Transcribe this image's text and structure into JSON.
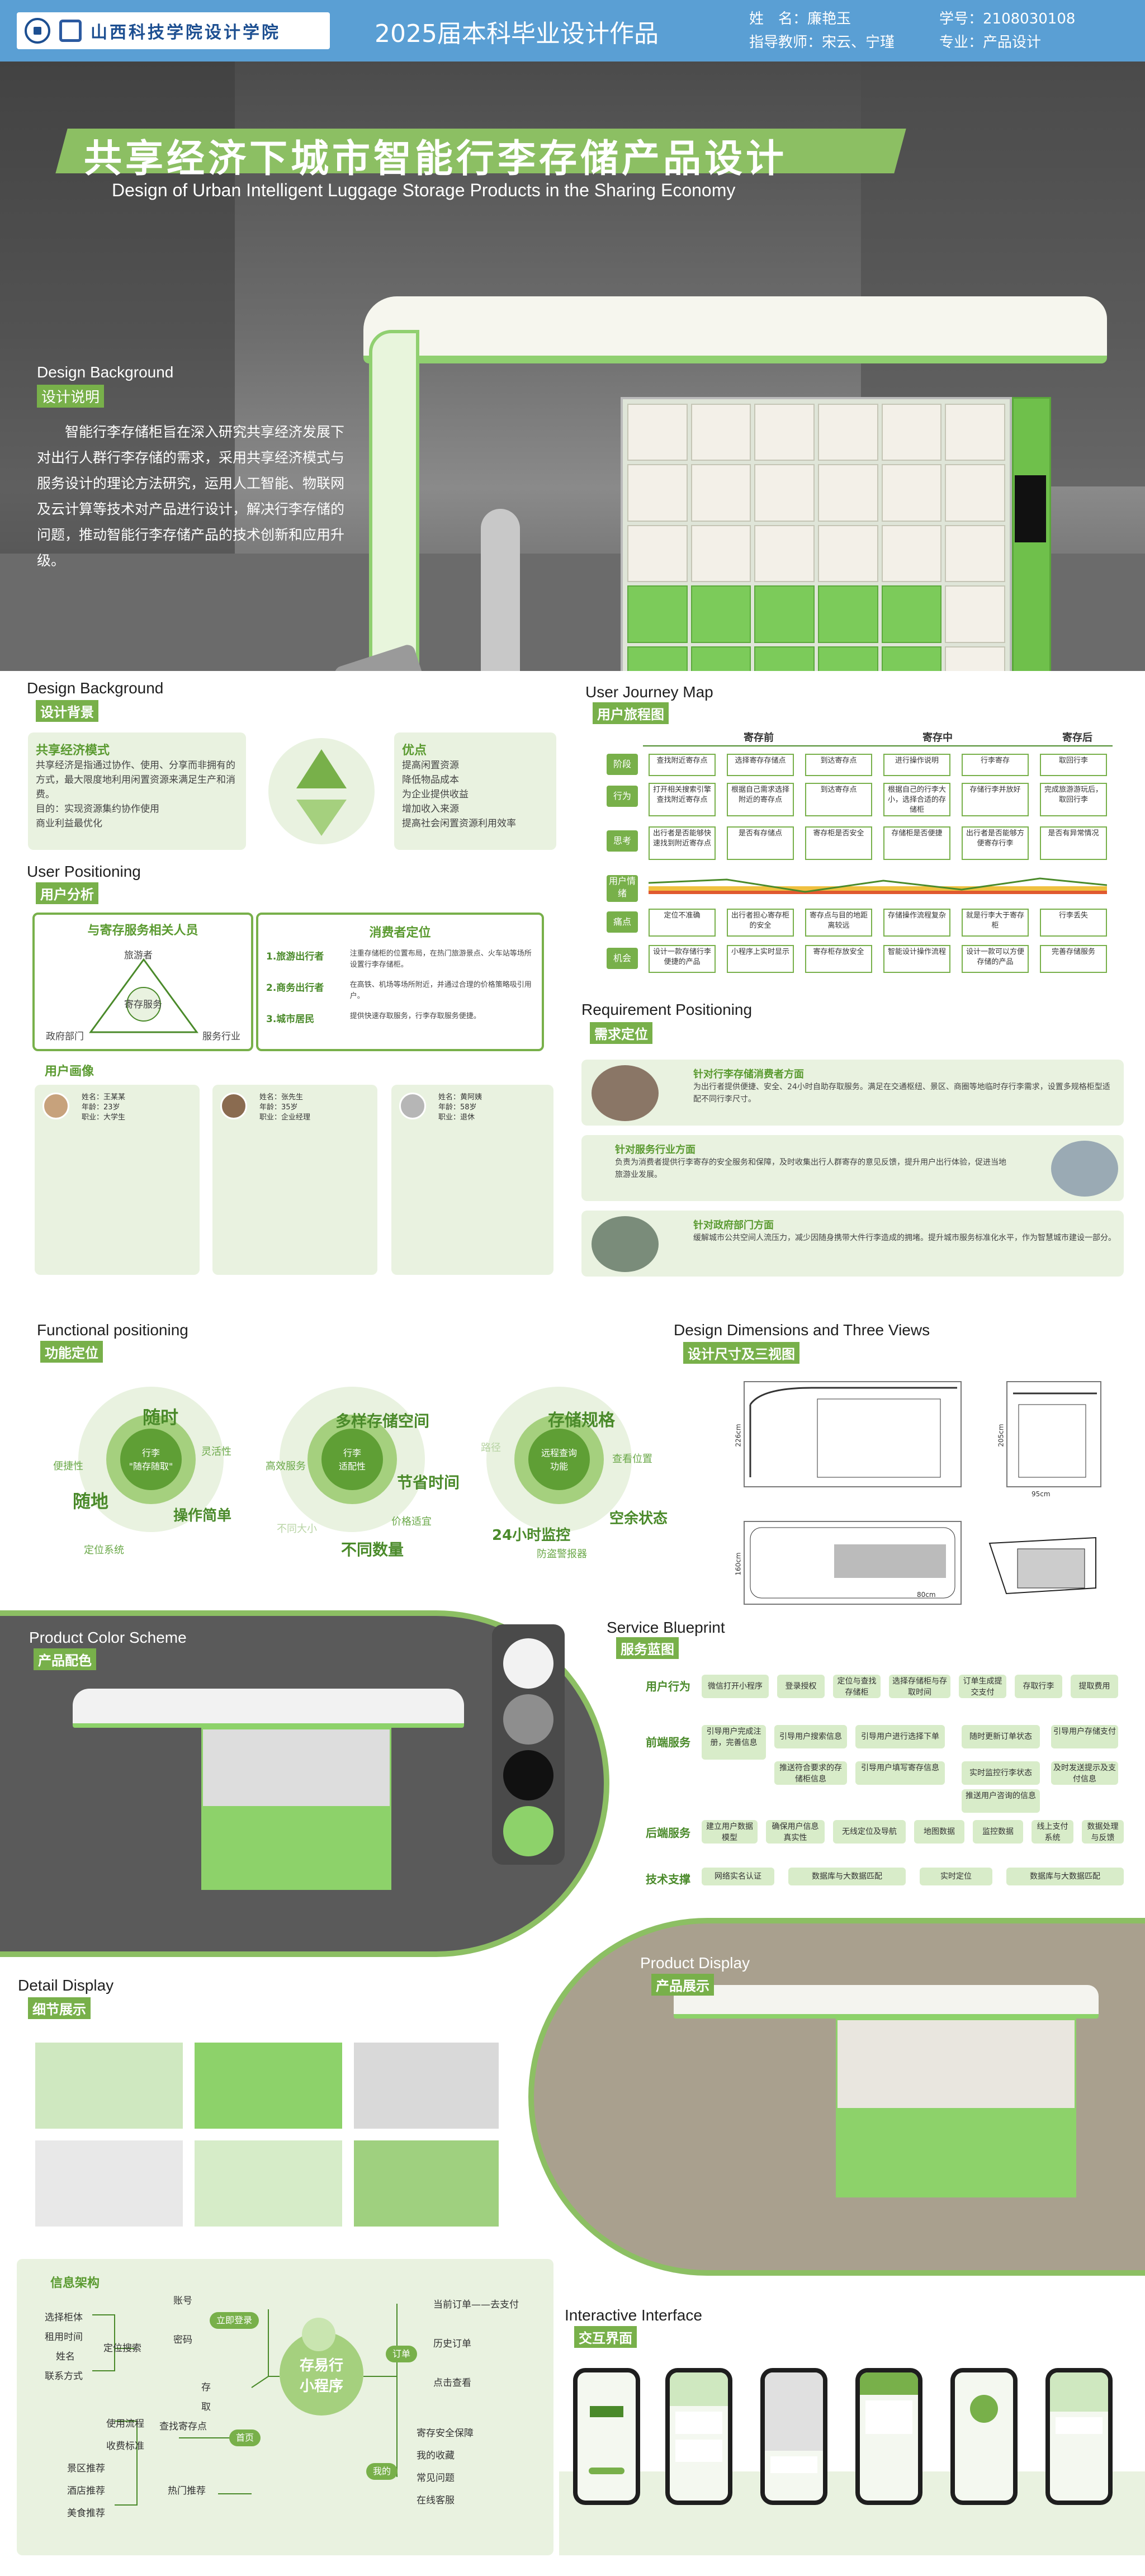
{
  "header": {
    "school": "山西科技学院设计学院",
    "project": "2025届本科毕业设计作品",
    "name_label": "姓　名：",
    "name": "廉艳玉",
    "advisor_label": "指导教师：",
    "advisor": "宋云、宁瑾",
    "id_label": "学号：",
    "student_id": "2108030108",
    "major_label": "专业：",
    "major": "产品设计"
  },
  "hero": {
    "title": "共享经济下城市智能行李存储产品设计",
    "subtitle": "Design of Urban Intelligent Luggage Storage Products in the Sharing Economy",
    "intro_en": "Design Background",
    "intro_zh": "设计说明",
    "intro_text": "智能行李存储柜旨在深入研究共享经济发展下对出行人群行李存储的需求，采用共享经济模式与服务设计的理论方法研究，运用人工智能、物联网及云计算等技术对产品进行设计，解决行李存储的问题，推动智能行李存储产品的技术创新和应用升级。"
  },
  "background": {
    "title_en": "Design Background",
    "title_zh": "设计背景",
    "box1_head": "共享经济模式",
    "box1_items": [
      "共享经济是指通过协作、使用、分享而非拥有的方式，最大限度地利用闲置资源来满足生产和消费。",
      "目的：实现资源集约协作使用",
      "商业利益最优化"
    ],
    "box2_head": "优点",
    "box2_items": [
      "提高闲置资源",
      "降低物品成本",
      "为企业提供收益",
      "增加收入来源",
      "提高社会闲置资源利用效率"
    ]
  },
  "positioning": {
    "title_en": "User Positioning",
    "title_zh": "用户分析",
    "stake_head": "与寄存服务相关人员",
    "stakeholders": [
      "旅游者",
      "政府部门",
      "寄存服务",
      "服务行业"
    ],
    "consumer_head": "消费者定位",
    "consumers": [
      {
        "n": "1.旅游出行者",
        "d": "注重存储柜的位置布局，在热门旅游景点、火车站等场所设置行李存储柜。"
      },
      {
        "n": "2.商务出行者",
        "d": "在高铁、机场等场所附近，并通过合理的价格策略吸引用户。"
      },
      {
        "n": "3.城市居民",
        "d": "提供快速存取服务，行李存取服务便捷。"
      }
    ],
    "persona_head": "用户画像",
    "personas": [
      {
        "name": "姓名：王某某",
        "age": "年龄：23岁",
        "job": "职业：大学生"
      },
      {
        "name": "姓名：张先生",
        "age": "年龄：35岁",
        "job": "职业：企业经理"
      },
      {
        "name": "姓名：黄阿姨",
        "age": "年龄：58岁",
        "job": "职业：退休"
      }
    ]
  },
  "journey": {
    "title_en": "User Journey Map",
    "title_zh": "用户旅程图",
    "stages": [
      "寄存前",
      "寄存中",
      "寄存后"
    ],
    "rows": [
      "阶段",
      "行为",
      "思考",
      "用户情绪",
      "痛点",
      "机会"
    ],
    "row1": [
      "查找附近寄存点",
      "选择寄存存储点",
      "到达寄存点",
      "进行操作说明",
      "行李寄存",
      "取回行李"
    ],
    "row2": [
      "打开相关搜索引擎查找附近寄存点",
      "根据自己需求选择附近的寄存点",
      "到达寄存点",
      "根据自己的行李大小，选择合适的存储柜",
      "存储行李并放好",
      "完成旅游游玩后，取回行李"
    ],
    "row3": [
      "出行者是否能够快速找到附近寄存点",
      "是否有存储点",
      "寄存柜是否安全",
      "存储柜是否便捷",
      "出行者是否能够方便寄存行李",
      "是否有异常情况"
    ],
    "row5": [
      "定位不准确",
      "出行者担心寄存柜的安全",
      "寄存点与目的地距离较远",
      "存储操作流程复杂",
      "就是行李大于寄存柜",
      "行李丢失"
    ],
    "row6": [
      "设计一款存储行李便捷的产品",
      "小程序上实时显示",
      "寄存柜存放安全",
      "智能设计操作流程",
      "设计一款可以方便存储的产品",
      "完善存储服务"
    ]
  },
  "requirement": {
    "title_en": "Requirement Positioning",
    "title_zh": "需求定位",
    "items": [
      {
        "h": "针对行李存储消费者方面",
        "t": "为出行者提供便捷、安全、24小时自助存取服务。满足在交通枢纽、景区、商圈等地临时存行李需求，设置多规格柜型适配不同行李尺寸。"
      },
      {
        "h": "针对服务行业方面",
        "t": "负责为消费者提供行李寄存的安全服务和保障，及时收集出行人群寄存的意见反馈，提升用户出行体验，促进当地旅游业发展。"
      },
      {
        "h": "针对政府部门方面",
        "t": "缓解城市公共空间人流压力，减少因随身携带大件行李造成的拥堵。提升城市服务标准化水平，作为智慧城市建设一部分。"
      }
    ]
  },
  "functional": {
    "title_en": "Functional positioning",
    "title_zh": "功能定位",
    "c1": {
      "center": "行李\n\"随存随取\"",
      "words": [
        "随时",
        "随地",
        "便捷性",
        "操作简单",
        "定位系统",
        "灵活性"
      ]
    },
    "c2": {
      "center": "行李\n适配性",
      "words": [
        "多样存储空间",
        "节省时间",
        "不同数量",
        "高效服务",
        "价格适宜",
        "不同大小"
      ]
    },
    "c3": {
      "center": "远程查询\n功能",
      "words": [
        "存储规格",
        "空余状态",
        "24小时监控",
        "防盗警报器",
        "查看位置",
        "路径"
      ]
    }
  },
  "dimensions": {
    "title_en": "Design Dimensions and Three Views",
    "title_zh": "设计尺寸及三视图",
    "labels": [
      "226cm",
      "205cm",
      "95cm",
      "160cm",
      "80cm"
    ]
  },
  "color": {
    "title_en": "Product Color Scheme",
    "title_zh": "产品配色",
    "swatches": [
      "#f2f2f2",
      "#8e8e8e",
      "#111111",
      "#8dd26a"
    ]
  },
  "blueprint": {
    "title_en": "Service Blueprint",
    "title_zh": "服务蓝图",
    "lanes": [
      "用户行为",
      "前端服务",
      "后端服务",
      "技术支撑"
    ],
    "user": [
      "微信打开小程序",
      "登录授权",
      "定位与查找存储柜",
      "选择存储柜与存取时间",
      "订单生成提交支付",
      "存取行李",
      "提取费用"
    ],
    "front": [
      "引导用户完成注册，完善信息",
      "引导用户搜索信息",
      "引导用户进行选择下单",
      "随时更新订单状态",
      "引导用户存储支付",
      "推送符合要求的存储柜信息",
      "引导用户填写寄存信息",
      "实时监控行李状态",
      "及时发送提示及支付信息",
      "推送用户咨询的信息"
    ],
    "back": [
      "建立用户数据模型",
      "确保用户信息真实性",
      "无线定位及导航",
      "地图数据",
      "监控数据",
      "线上支付系统",
      "数据处理与反馈"
    ],
    "tech": [
      "网络实名认证",
      "数据库与大数据匹配",
      "实时定位",
      "数据库与大数据匹配"
    ]
  },
  "details": {
    "title_en": "Detail Display",
    "title_zh": "细节展示"
  },
  "product": {
    "title_en": "Product Display",
    "title_zh": "产品展示"
  },
  "ia": {
    "title": "信息架构",
    "center": "存易行\n小程序",
    "left": [
      "选择柜体",
      "租用时间",
      "姓名",
      "联系方式",
      "定位搜索",
      "使用流程",
      "收费标准",
      "景区推荐",
      "酒店推荐",
      "美食推荐",
      "账号",
      "密码",
      "存",
      "取",
      "查找寄存点",
      "热门推荐"
    ],
    "tags": [
      "立即登录",
      "首页",
      "订单",
      "我的"
    ],
    "right": [
      "当前订单——去支付",
      "历史订单",
      "点击查看",
      "寄存安全保障",
      "我的收藏",
      "常见问题",
      "在线客服"
    ]
  },
  "interface": {
    "title_en": "Interactive Interface",
    "title_zh": "交互界面"
  }
}
